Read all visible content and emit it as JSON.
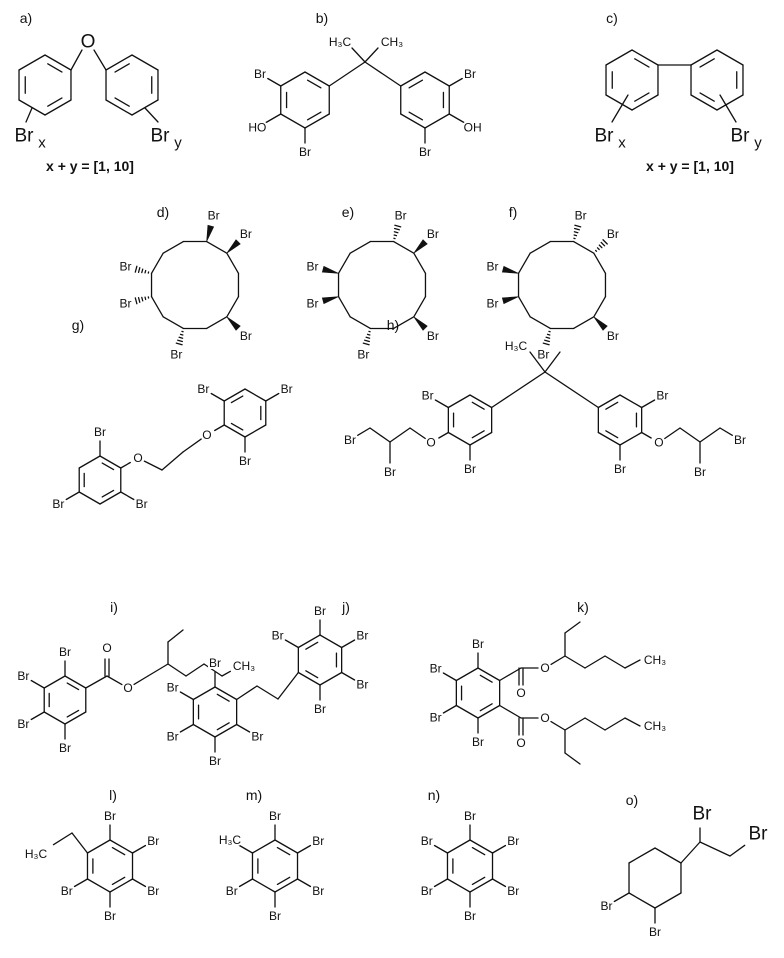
{
  "panels": {
    "a": "a)",
    "b": "b)",
    "c": "c)",
    "d": "d)",
    "e": "e)",
    "f": "f)",
    "g": "g)",
    "h": "h)",
    "i": "i)",
    "j": "j)",
    "k": "k)",
    "l": "l)",
    "m": "m)",
    "n": "n)",
    "o": "o)"
  },
  "atoms": {
    "br": "Br",
    "o": "O",
    "ho": "HO",
    "oh": "OH",
    "h3c": "H₃C",
    "ch3": "CH₃",
    "sub_x": "x",
    "sub_y": "y"
  },
  "formula": "x + y = [1, 10]"
}
